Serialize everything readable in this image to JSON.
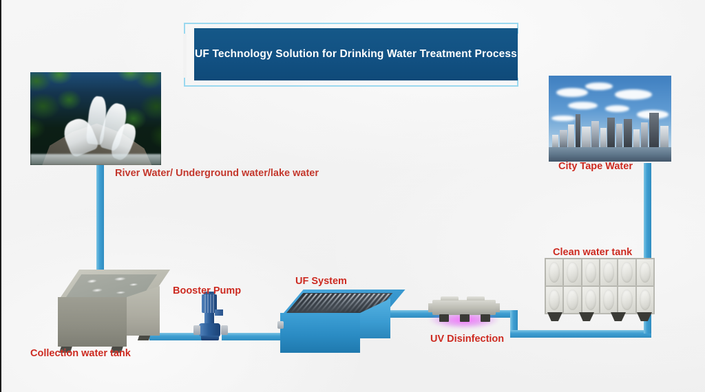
{
  "title": {
    "text": "UF Technology Solution for Drinking Water Treatment Process",
    "box_color": "#12507f",
    "frame_color": "#9ad8ef",
    "text_color": "#ffffff"
  },
  "theme": {
    "background": "#f2f2f2",
    "pipe_color": "#3f9fd2",
    "label_color": "#cc2a20",
    "uv_glow_color": "#f45aff"
  },
  "labels": {
    "source_water": "River Water/ Underground water/lake water",
    "collection_tank": "Collection water tank",
    "booster_pump": "Booster Pump",
    "uf_system": "UF System",
    "uv_disinfection": "UV Disinfection",
    "clean_water_tank": "Clean water tank",
    "city_tape_water": "City Tape Water"
  },
  "photos": {
    "source": {
      "name": "waterfall-photo",
      "caption": "River Water/ Underground water/lake water"
    },
    "output": {
      "name": "city-skyline-photo",
      "caption": "City Tape Water"
    }
  },
  "equipment": [
    {
      "id": "collection-water-tank",
      "label": "Collection water tank",
      "type": "tank"
    },
    {
      "id": "booster-pump",
      "label": "Booster Pump",
      "type": "pump"
    },
    {
      "id": "uf-system",
      "label": "UF System",
      "type": "membrane-skid"
    },
    {
      "id": "uv-disinfection",
      "label": "UV Disinfection",
      "type": "uv-sterilizer"
    },
    {
      "id": "clean-water-tank",
      "label": "Clean water tank",
      "type": "panel-tank"
    }
  ],
  "flow_order": [
    "River Water/ Underground water/lake water",
    "Collection water tank",
    "Booster Pump",
    "UF System",
    "UV Disinfection",
    "Clean water tank",
    "City Tape Water"
  ]
}
